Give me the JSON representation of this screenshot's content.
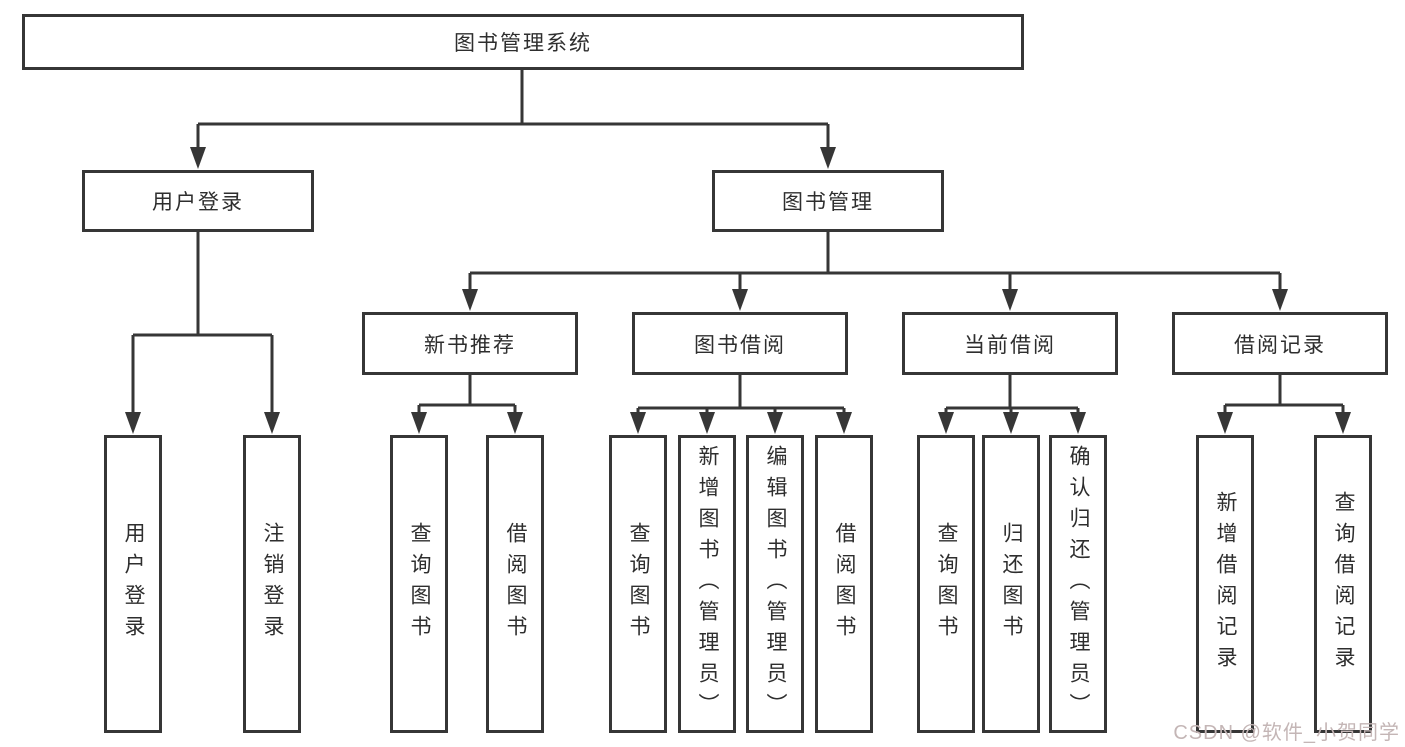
{
  "tree": {
    "label": "图书管理系统",
    "children": [
      {
        "label": "用户登录",
        "children": [
          {
            "label": "用户登录"
          },
          {
            "label": "注销登录"
          }
        ]
      },
      {
        "label": "图书管理",
        "children": [
          {
            "label": "新书推荐",
            "children": [
              {
                "label": "查询图书"
              },
              {
                "label": "借阅图书"
              }
            ]
          },
          {
            "label": "图书借阅",
            "children": [
              {
                "label": "查询图书"
              },
              {
                "label": "新增图书（管理员）"
              },
              {
                "label": "编辑图书（管理员）"
              },
              {
                "label": "借阅图书"
              }
            ]
          },
          {
            "label": "当前借阅",
            "children": [
              {
                "label": "查询图书"
              },
              {
                "label": "归还图书"
              },
              {
                "label": "确认归还（管理员）"
              }
            ]
          },
          {
            "label": "借阅记录",
            "children": [
              {
                "label": "新增借阅记录"
              },
              {
                "label": "查询借阅记录"
              }
            ]
          }
        ]
      }
    ]
  },
  "watermark": {
    "text": "CSDN @软件_小贺同学"
  },
  "colors": {
    "line": "#363636",
    "text": "#2e2e2e",
    "watermark": "#c4b6b6"
  }
}
